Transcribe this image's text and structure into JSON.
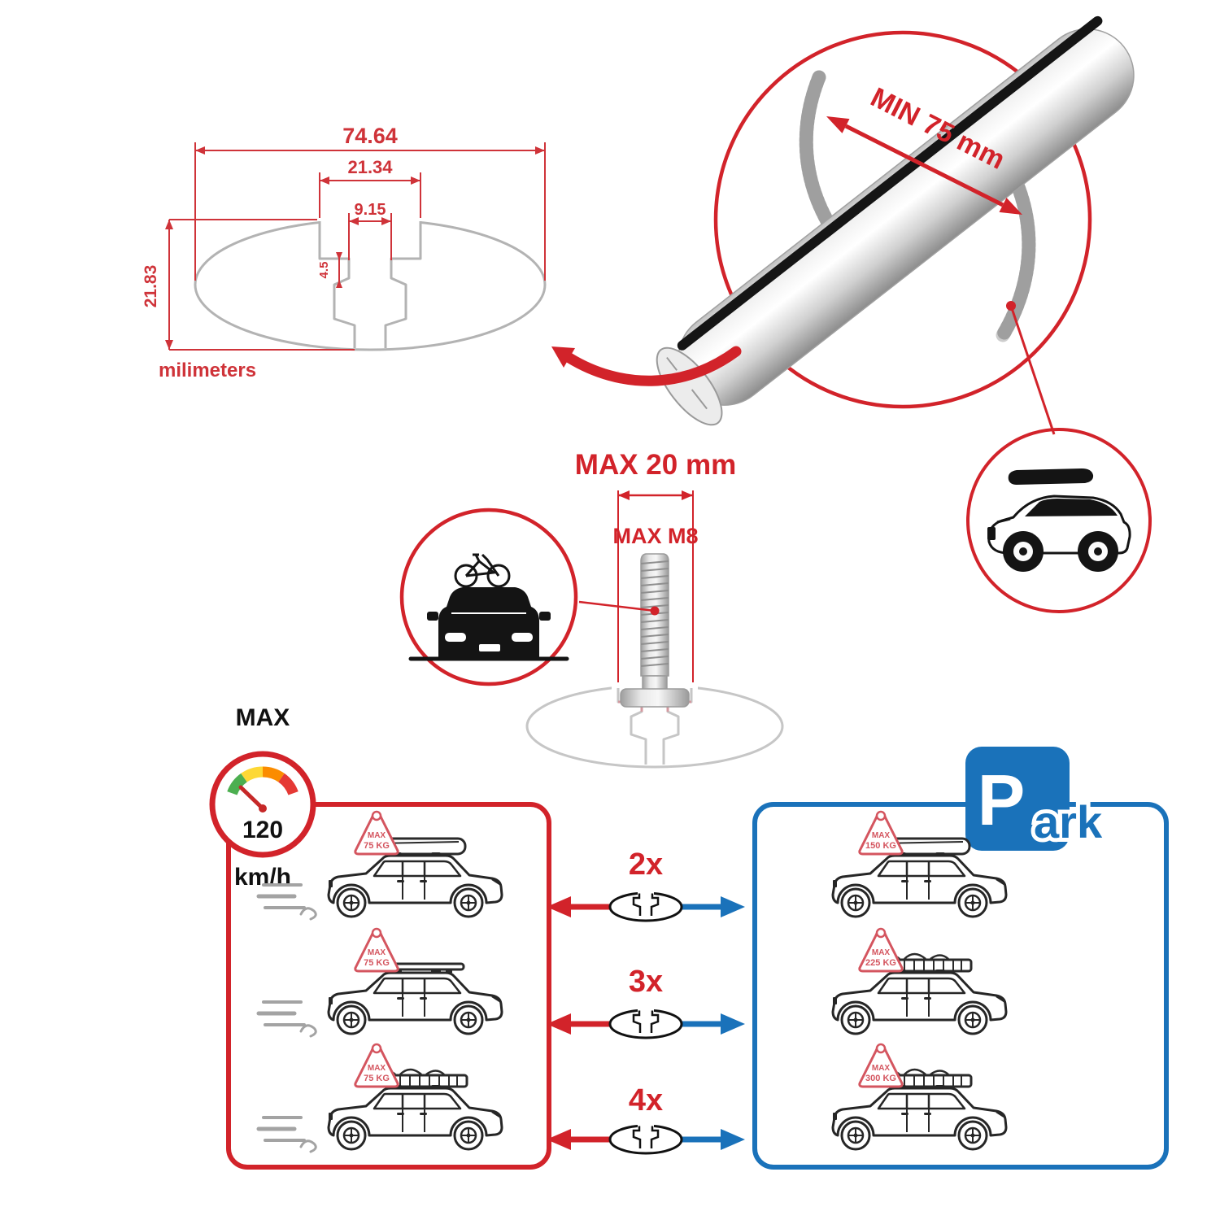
{
  "colors": {
    "red": "#d2232a",
    "blue": "#1a72ba",
    "grey": "#b3b3b3",
    "dark": "#1a1a1a"
  },
  "tech_drawing": {
    "dims": {
      "total_width": "74.64",
      "channel_width": "21.34",
      "slot_width": "9.15",
      "slot_depth": "4.5",
      "total_height": "21.83"
    },
    "unit_label": "milimeters"
  },
  "bar_detail": {
    "min_label": "MIN 75 mm"
  },
  "bolt": {
    "max_width": "MAX 20 mm",
    "thread": "MAX M8"
  },
  "speed": {
    "max": "MAX",
    "value": "120",
    "unit": "km/h"
  },
  "park": {
    "p": "P",
    "ark": "ark"
  },
  "multipliers": [
    {
      "label": "2x"
    },
    {
      "label": "3x"
    },
    {
      "label": "4x"
    }
  ],
  "red_zone": {
    "cars": [
      {
        "badge_label": "MAX",
        "badge_value": "75 KG"
      },
      {
        "badge_label": "MAX",
        "badge_value": "75 KG"
      },
      {
        "badge_label": "MAX",
        "badge_value": "75 KG"
      }
    ]
  },
  "blue_zone": {
    "cars": [
      {
        "badge_label": "MAX",
        "badge_value": "150 KG"
      },
      {
        "badge_label": "MAX",
        "badge_value": "225 KG"
      },
      {
        "badge_label": "MAX",
        "badge_value": "300 KG"
      }
    ]
  }
}
